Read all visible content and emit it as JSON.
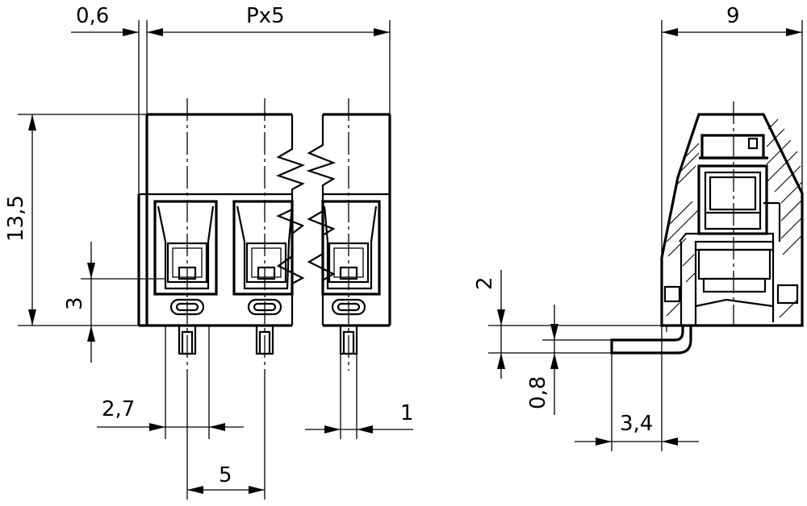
{
  "drawing": {
    "front_view": {
      "dimensions": {
        "wall_thickness": "0,6",
        "total_width": "Px5",
        "height": "13,5",
        "wire_entry_height": "3",
        "pin_span": "2,7",
        "pitch": "5",
        "pin_width": "1"
      }
    },
    "side_view": {
      "dimensions": {
        "depth": "9",
        "offset": "2",
        "pin_thickness": "0,8",
        "pin_offset": "3,4"
      }
    }
  }
}
